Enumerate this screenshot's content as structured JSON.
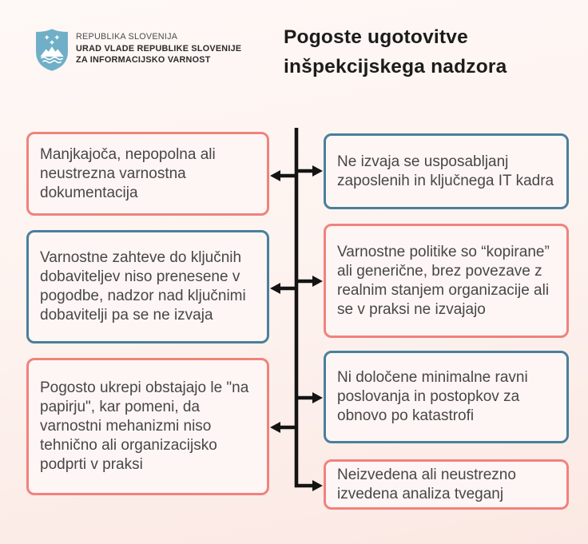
{
  "logo": {
    "org_line1": "REPUBLIKA SLOVENIJA",
    "org_line2": "URAD VLADE REPUBLIKE SLOVENIJE",
    "org_line3": "ZA INFORMACIJSKO VARNOST"
  },
  "header": {
    "title_line1": "Pogoste ugotovitve",
    "title_line2": "inšpekcijskega nadzora"
  },
  "findings": {
    "left": [
      {
        "text": "Manjkajoča, nepopolna ali neustrezna varnostna dokumentacija",
        "variant": "pink"
      },
      {
        "text": "Varnostne zahteve do ključnih dobaviteljev niso prenesene v pogodbe, nadzor nad ključnimi dobavitelji pa se ne izvaja",
        "variant": "blue"
      },
      {
        "text": "Pogosto ukrepi obstajajo le \"na papirju\", kar pomeni, da varnostni mehanizmi niso tehnično ali organizacijsko podprti v praksi",
        "variant": "pink"
      }
    ],
    "right": [
      {
        "text": "Ne izvaja se usposabljanj zaposlenih in ključnega IT kadra",
        "variant": "blue"
      },
      {
        "text": "Varnostne politike so “kopirane” ali generične, brez povezave z realnim stanjem organizacije ali se v praksi ne izvajajo",
        "variant": "pink"
      },
      {
        "text": "Ni določene minimalne ravni poslovanja in postopkov za obnovo po katastrofi",
        "variant": "blue"
      },
      {
        "text": "Neizvedena ali neustrezno izvedena analiza tveganj",
        "variant": "pink"
      }
    ]
  },
  "colors": {
    "accent_pink": "#F0827D",
    "accent_blue": "#49809B",
    "connector_black": "#141414",
    "logo_blue": "#6FAFC8",
    "background_top": "#FEF8F6",
    "background_bottom": "#FBE8E3",
    "text_gray": "#474747",
    "title_black": "#1C1C1A"
  }
}
